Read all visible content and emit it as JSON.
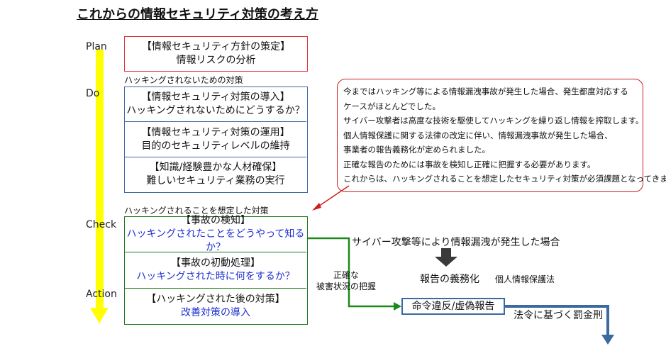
{
  "title": "これからの情報セキュリティ対策の考え方",
  "phases": {
    "plan": "Plan",
    "do": "Do",
    "check": "Check",
    "action": "Action"
  },
  "plan_box": {
    "line1": "【情報セキュリティ方針の策定】",
    "line2": "情報リスクの分析"
  },
  "do_section_label": "ハッキングされないための対策",
  "do_boxes": [
    {
      "line1": "【情報セキュリティ対策の導入】",
      "line2": "ハッキングされないためにどうするか？"
    },
    {
      "line1": "【情報セキュリティ対策の運用】",
      "line2": "目的のセキュリティレベルの維持"
    },
    {
      "line1": "【知識/経験豊かな人材確保】",
      "line2": "難しいセキュリティ業務の実行"
    }
  ],
  "check_section_label": "ハッキングされることを想定した対策",
  "check_boxes": [
    {
      "line1": "【事故の検知】",
      "line2": "ハッキングされたことをどうやって知るか？"
    },
    {
      "line1": "【事故の初動処理】",
      "line2": "ハッキングされた時に何をするか？"
    },
    {
      "line1": "【ハッキングされた後の対策】",
      "line2": "改善対策の導入"
    }
  ],
  "callout_lines": [
    "今まではハッキング等による情報漏洩事故が発生した場合、発生都度対応する",
    "ケースがほとんどでした。",
    "サイバー攻撃者は高度な技術を駆使してハッキングを繰り返し情報を搾取します。",
    "個人情報保護に関する法律の改定に伴い、情報漏洩事故が発生した場合、",
    "事業者の報告義務化が定められました。",
    "正確な報告のためには事故を検知し正確に把握する必要があります。",
    "これからは、ハッキングされることを想定したセキュリティ対策が必須課題となってきます。"
  ],
  "flow": {
    "accurate_line1": "正確な",
    "accurate_line2": "被害状況の把握",
    "scenario": "サイバー攻撃等により情報漏洩が発生した場合",
    "obligation": "報告の義務化",
    "law": "個人情報保護法",
    "violation_box": "命令違反/虚偽報告",
    "penalty": "法令に基づく罰金刑"
  },
  "colors": {
    "plan_border": "#e0303a",
    "do_border": "#3a6aa0",
    "check_border": "#1a7a1a",
    "timeline_arrow": "#ffff00",
    "flow_arrow_green": "#1a8a1a",
    "flow_arrow_blue": "#3a6aa0",
    "dark_arrow": "#3a3a3a",
    "blue_text": "#1f2fd0",
    "callout_border": "#cc2020"
  }
}
